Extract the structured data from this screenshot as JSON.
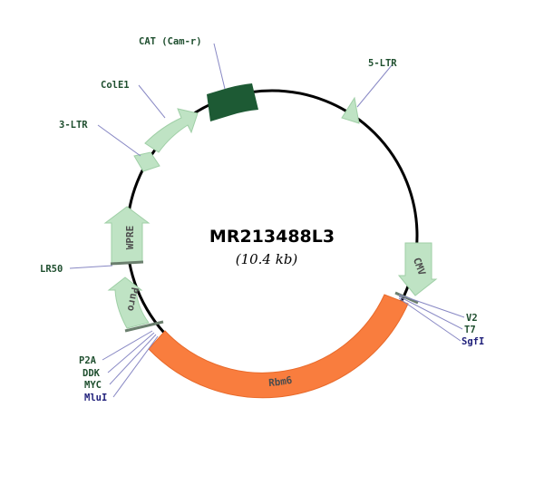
{
  "plasmid": {
    "name": "MR213488L3",
    "size": "(10.4 kb)"
  },
  "colors": {
    "backbone": "#000000",
    "light_feature": "#bfe3c4",
    "dark_feature": "#1d5a34",
    "insert": "#f97d3e",
    "label_green": "#1f4f2f",
    "label_blue": "#1f1f7a",
    "leader": "#8888c4"
  },
  "features": {
    "cat": "CAT (Cam-r)",
    "ltr5": "5-LTR",
    "cole1": "ColE1",
    "ltr3": "3-LTR",
    "lr50": "LR50",
    "wpre": "WPRE",
    "puro": "Puro",
    "cmv": "CMV",
    "rbm6": "Rbm6"
  },
  "sites": {
    "v2": "V2",
    "t7": "T7",
    "sgfi": "SgfI",
    "p2a": "P2A",
    "ddk": "DDK",
    "myc": "MYC",
    "mlui": "MluI"
  }
}
